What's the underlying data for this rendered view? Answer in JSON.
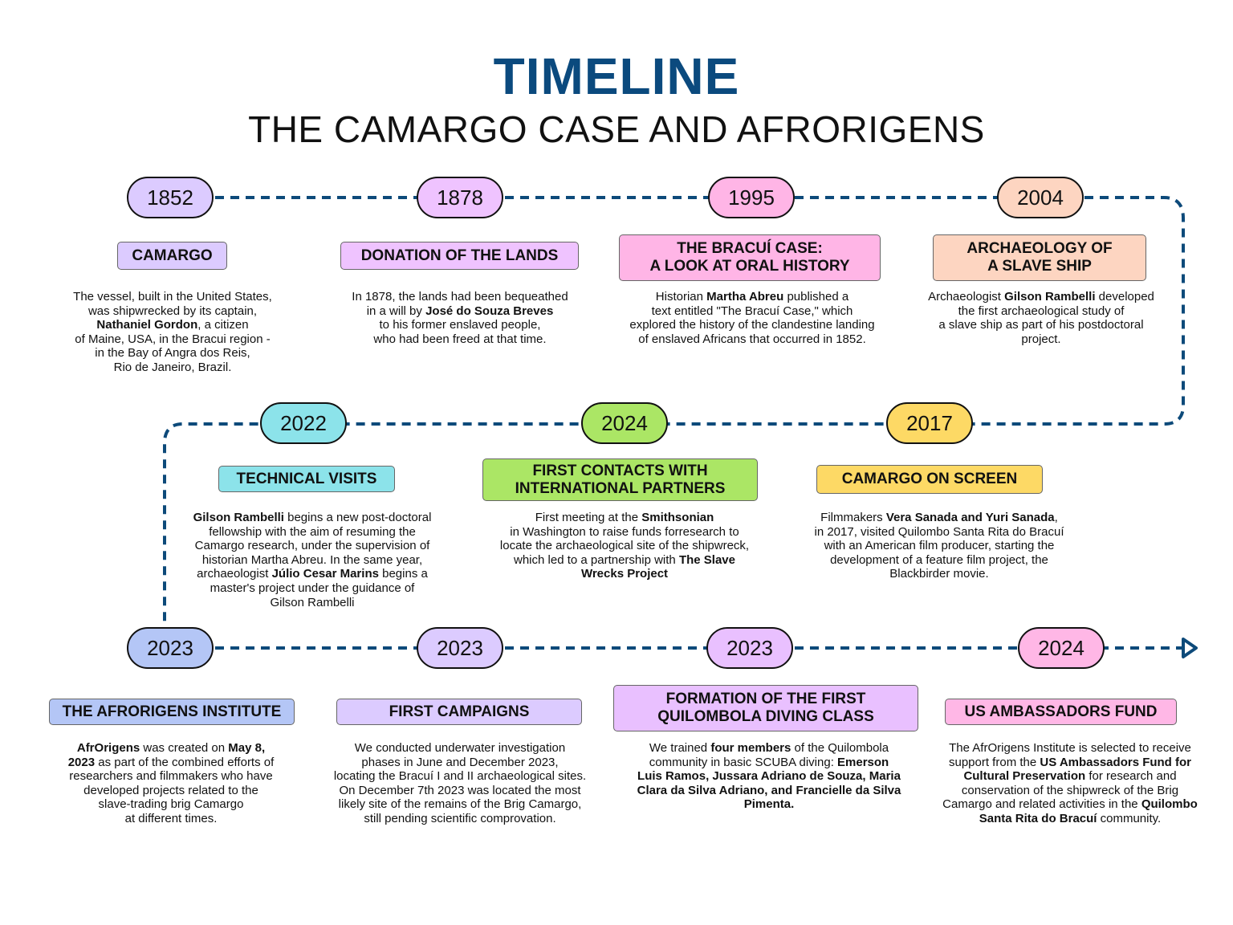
{
  "header": {
    "title": "TIMELINE",
    "subtitle": "THE CAMARGO CASE AND AFRORIGENS"
  },
  "colors": {
    "line": "#0d4a7a",
    "title": "#0b4a7e"
  },
  "events": [
    {
      "year": "1852",
      "color": "#dccbff",
      "title": [
        "CAMARGO"
      ],
      "desc": [
        [
          {
            "t": "The vessel, built in the United States,"
          }
        ],
        [
          {
            "t": "was shipwrecked by its captain,"
          }
        ],
        [
          {
            "t": "Nathaniel Gordon",
            "b": true
          },
          {
            "t": ", a citizen"
          }
        ],
        [
          {
            "t": "of Maine, USA, in the Bracui region -"
          }
        ],
        [
          {
            "t": "in the Bay of Angra dos Reis,"
          }
        ],
        [
          {
            "t": "Rio de Janeiro, Brazil."
          }
        ]
      ]
    },
    {
      "year": "1878",
      "color": "#efc3ff",
      "title": [
        "DONATION OF THE LANDS"
      ],
      "desc": [
        [
          {
            "t": "In 1878, the lands had been bequeathed"
          }
        ],
        [
          {
            "t": "in a will by "
          },
          {
            "t": "José do Souza Breves",
            "b": true
          }
        ],
        [
          {
            "t": "to his former enslaved people,"
          }
        ],
        [
          {
            "t": "who had been freed at that time."
          }
        ]
      ]
    },
    {
      "year": "1995",
      "color": "#ffb5e6",
      "title": [
        "THE BRACUÍ CASE:",
        "A LOOK AT ORAL HISTORY"
      ],
      "desc": [
        [
          {
            "t": "Historian "
          },
          {
            "t": "Martha Abreu",
            "b": true
          },
          {
            "t": " published a"
          }
        ],
        [
          {
            "t": "text entitled \"The Bracuí Case,\" which"
          }
        ],
        [
          {
            "t": "explored the history of the clandestine landing"
          }
        ],
        [
          {
            "t": "of enslaved Africans that occurred in 1852."
          }
        ]
      ]
    },
    {
      "year": "2004",
      "color": "#fdd5c1",
      "title": [
        "ARCHAEOLOGY OF",
        "A SLAVE SHIP"
      ],
      "desc": [
        [
          {
            "t": "Archaeologist "
          },
          {
            "t": "Gilson Rambelli",
            "b": true
          },
          {
            "t": " developed"
          }
        ],
        [
          {
            "t": "the first archaeological study of"
          }
        ],
        [
          {
            "t": "a slave ship as part of his postdoctoral"
          }
        ],
        [
          {
            "t": "project."
          }
        ]
      ]
    },
    {
      "year": "2022",
      "color": "#8ce3ea",
      "title": [
        "TECHNICAL VISITS"
      ],
      "desc": [
        [
          {
            "t": "Gilson Rambelli",
            "b": true
          },
          {
            "t": " begins a new post-doctoral"
          }
        ],
        [
          {
            "t": "fellowship with the aim of resuming the"
          }
        ],
        [
          {
            "t": "Camargo research, under the supervision of"
          }
        ],
        [
          {
            "t": "historian Martha Abreu. In the same year,"
          }
        ],
        [
          {
            "t": "archaeologist "
          },
          {
            "t": "Júlio Cesar Marins",
            "b": true
          },
          {
            "t": " begins a"
          }
        ],
        [
          {
            "t": "master's project under the guidance of"
          }
        ],
        [
          {
            "t": "Gilson Rambelli"
          }
        ]
      ]
    },
    {
      "year": "2024",
      "color": "#abe665",
      "title": [
        "FIRST CONTACTS WITH",
        "INTERNATIONAL PARTNERS"
      ],
      "desc": [
        [
          {
            "t": "First meeting at the "
          },
          {
            "t": "Smithsonian",
            "b": true
          }
        ],
        [
          {
            "t": "in Washington to raise funds forresearch to"
          }
        ],
        [
          {
            "t": "locate the archaeological site of the shipwreck,"
          }
        ],
        [
          {
            "t": "which led to a partnership with "
          },
          {
            "t": "The Slave",
            "b": true
          }
        ],
        [
          {
            "t": "Wrecks Project",
            "b": true
          }
        ]
      ]
    },
    {
      "year": "2017",
      "color": "#fdd965",
      "title": [
        "CAMARGO ON SCREEN"
      ],
      "desc": [
        [
          {
            "t": "Filmmakers "
          },
          {
            "t": "Vera Sanada and Yuri Sanada",
            "b": true
          },
          {
            "t": ","
          }
        ],
        [
          {
            "t": "in 2017, visited Quilombo Santa Rita do Bracuí"
          }
        ],
        [
          {
            "t": "with an American film producer, starting the"
          }
        ],
        [
          {
            "t": "development of a feature film project, the"
          }
        ],
        [
          {
            "t": "Blackbirder movie."
          }
        ]
      ]
    },
    {
      "year": "2023",
      "color": "#b4c6f6",
      "title": [
        "THE AFRORIGENS INSTITUTE"
      ],
      "desc": [
        [
          {
            "t": "AfrOrigens",
            "b": true
          },
          {
            "t": " was created on "
          },
          {
            "t": "May 8,",
            "b": true
          }
        ],
        [
          {
            "t": "2023",
            "b": true
          },
          {
            "t": " as part of the combined efforts of"
          }
        ],
        [
          {
            "t": "researchers and filmmakers who have"
          }
        ],
        [
          {
            "t": "developed projects related to the"
          }
        ],
        [
          {
            "t": "slave-trading brig Camargo"
          }
        ],
        [
          {
            "t": "at different times."
          }
        ]
      ]
    },
    {
      "year": "2023",
      "color": "#dccbff",
      "title": [
        "FIRST CAMPAIGNS"
      ],
      "desc": [
        [
          {
            "t": "We conducted underwater investigation"
          }
        ],
        [
          {
            "t": "phases in June and December 2023,"
          }
        ],
        [
          {
            "t": "locating the Bracuí I and II archaeological sites."
          }
        ],
        [
          {
            "t": "On December 7th 2023 was located the most"
          }
        ],
        [
          {
            "t": "likely site of the remains of the Brig Camargo,"
          }
        ],
        [
          {
            "t": "still pending scientific comprovation."
          }
        ]
      ]
    },
    {
      "year": "2023",
      "color": "#e9c0ff",
      "title": [
        "FORMATION OF THE FIRST",
        "QUILOMBOLA DIVING CLASS"
      ],
      "desc": [
        [
          {
            "t": "We trained "
          },
          {
            "t": "four members",
            "b": true
          },
          {
            "t": " of the Quilombola"
          }
        ],
        [
          {
            "t": "community in basic SCUBA diving: "
          },
          {
            "t": "Emerson",
            "b": true
          }
        ],
        [
          {
            "t": "Luis Ramos, Jussara Adriano de Souza, Maria",
            "b": true
          }
        ],
        [
          {
            "t": "Clara da Silva Adriano, and Francielle da Silva",
            "b": true
          }
        ],
        [
          {
            "t": "Pimenta.",
            "b": true
          }
        ]
      ]
    },
    {
      "year": "2024",
      "color": "#ffb7e6",
      "title": [
        "US AMBASSADORS FUND"
      ],
      "desc": [
        [
          {
            "t": "The AfrOrigens Institute is selected to receive"
          }
        ],
        [
          {
            "t": "support from the "
          },
          {
            "t": "US Ambassadors Fund for",
            "b": true
          }
        ],
        [
          {
            "t": "Cultural Preservation",
            "b": true
          },
          {
            "t": " for research and"
          }
        ],
        [
          {
            "t": "conservation of the shipwreck of the Brig"
          }
        ],
        [
          {
            "t": "Camargo and related activities in the "
          },
          {
            "t": "Quilombo",
            "b": true
          }
        ],
        [
          {
            "t": "Santa Rita do Bracuí",
            "b": true
          },
          {
            "t": " community."
          }
        ]
      ]
    }
  ]
}
